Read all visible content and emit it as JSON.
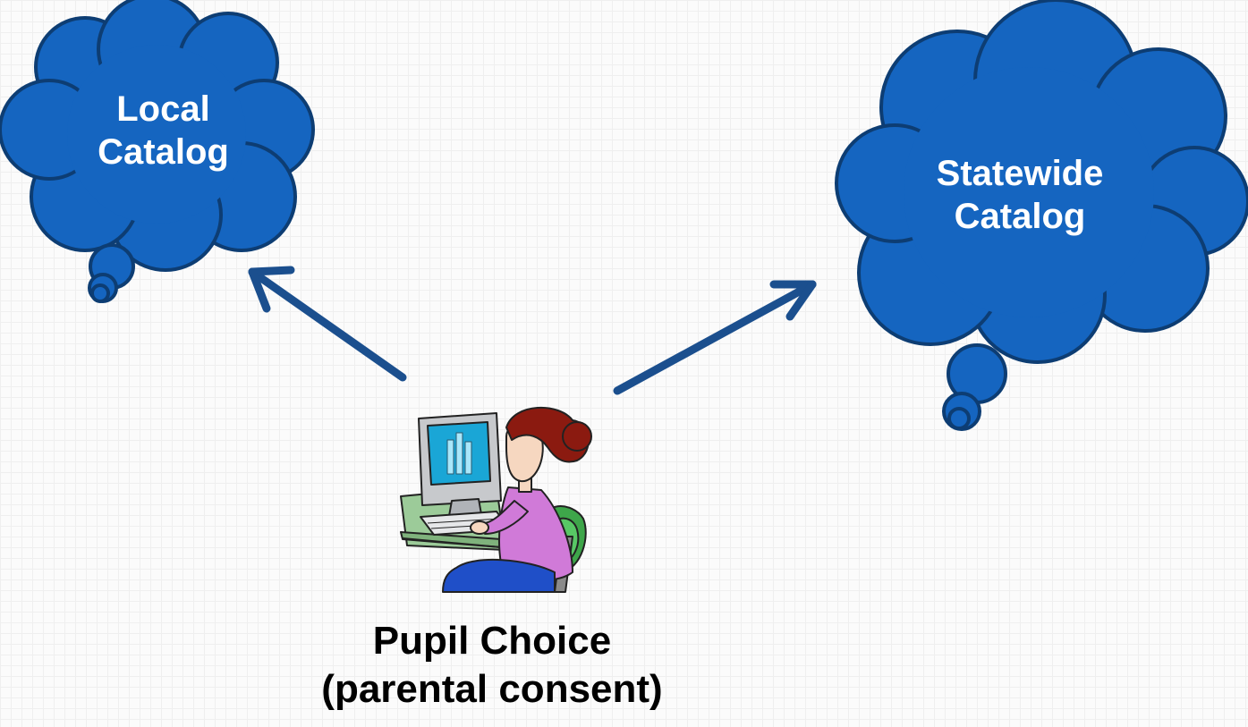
{
  "local_catalog": {
    "line1": "Local",
    "line2": "Catalog"
  },
  "statewide_catalog": {
    "line1": "Statewide",
    "line2": "Catalog"
  },
  "caption": {
    "line1": "Pupil Choice",
    "line2": "(parental consent)"
  },
  "colors": {
    "cloud_fill": "#1565C0",
    "cloud_stroke": "#0D3D73",
    "arrow": "#1B4F8E",
    "label_text": "#FFFFFF",
    "caption_text": "#000000"
  },
  "icons": {
    "pupil_clipart": "person-at-computer-icon",
    "arrow_left": "arrow-up-left-icon",
    "arrow_right": "arrow-up-right-icon"
  }
}
